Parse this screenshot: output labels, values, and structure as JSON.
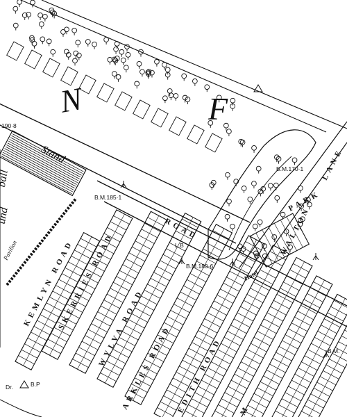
{
  "roads": {
    "kemlyn": "KEMLYN ROAD",
    "skerries": "SKERRIES ROAD",
    "wylva": "WYLVA ROAD",
    "arkles": "ARKLES ROAD",
    "edith": "EDITH ROAD",
    "walton": "WALTON",
    "walton_lane": "LANE",
    "park": "PARK",
    "road_letters": "ROAD",
    "m_road": "M"
  },
  "features": {
    "stand": "Stand",
    "pavilion": "Pavilion",
    "football": "ball",
    "ground": "und",
    "big_n": "N",
    "big_f": "F",
    "hotel": "Hotel",
    "lb": "L.B",
    "bp": "B.P",
    "dr": "Dr."
  },
  "benchmarks": {
    "bm_190": "190·8",
    "bm_185": "B.M.185·1",
    "bm_180": "B.M.180·6",
    "bm_170": "B.M.170·1",
    "bm_br": "B.M."
  },
  "colors": {
    "ink": "#111111",
    "paper": "#ffffff"
  }
}
